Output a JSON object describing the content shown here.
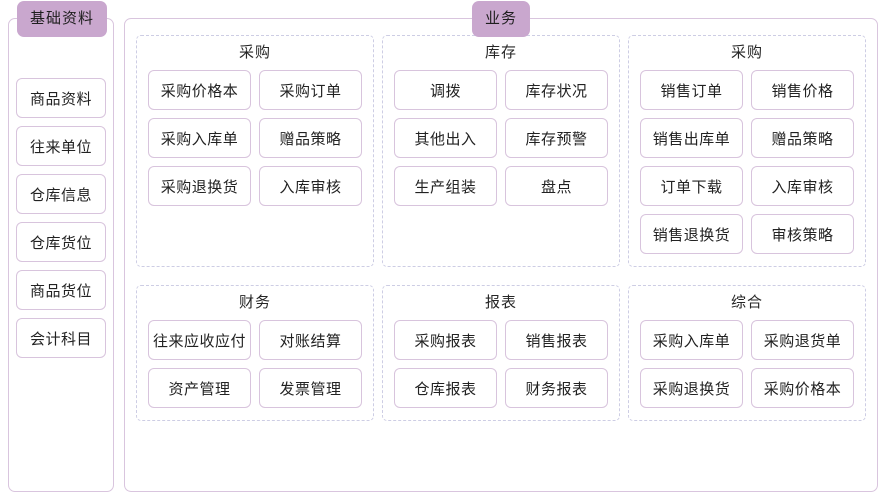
{
  "sidebar": {
    "title": "基础资料",
    "items": [
      {
        "label": "商品资料"
      },
      {
        "label": "往来单位"
      },
      {
        "label": "仓库信息"
      },
      {
        "label": "仓库货位"
      },
      {
        "label": "商品货位"
      },
      {
        "label": "会计科目"
      }
    ]
  },
  "main": {
    "title": "业务",
    "groups": [
      {
        "title": "采购",
        "items": [
          {
            "label": "采购价格本"
          },
          {
            "label": "采购订单"
          },
          {
            "label": "采购入库单"
          },
          {
            "label": "赠品策略"
          },
          {
            "label": "采购退换货"
          },
          {
            "label": "入库审核"
          }
        ]
      },
      {
        "title": "库存",
        "items": [
          {
            "label": "调拨"
          },
          {
            "label": "库存状况"
          },
          {
            "label": "其他出入"
          },
          {
            "label": "库存预警"
          },
          {
            "label": "生产组装"
          },
          {
            "label": "盘点"
          }
        ]
      },
      {
        "title": "采购",
        "items": [
          {
            "label": "销售订单"
          },
          {
            "label": "销售价格"
          },
          {
            "label": "销售出库单"
          },
          {
            "label": "赠品策略"
          },
          {
            "label": "订单下载"
          },
          {
            "label": "入库审核"
          },
          {
            "label": "销售退换货"
          },
          {
            "label": "审核策略"
          }
        ]
      },
      {
        "title": "财务",
        "items": [
          {
            "label": "往来应收应付"
          },
          {
            "label": "对账结算"
          },
          {
            "label": "资产管理"
          },
          {
            "label": "发票管理"
          }
        ]
      },
      {
        "title": "报表",
        "items": [
          {
            "label": "采购报表"
          },
          {
            "label": "销售报表"
          },
          {
            "label": "仓库报表"
          },
          {
            "label": "财务报表"
          }
        ]
      },
      {
        "title": "综合",
        "items": [
          {
            "label": "采购入库单"
          },
          {
            "label": "采购退货单"
          },
          {
            "label": "采购退换货"
          },
          {
            "label": "采购价格本"
          }
        ]
      }
    ]
  },
  "colors": {
    "badge_bg": "#c9a7ce",
    "panel_border": "#d9c5de",
    "cell_border": "#d8c4dd",
    "group_border": "#cdcde4",
    "text": "#222222",
    "background": "#ffffff"
  }
}
